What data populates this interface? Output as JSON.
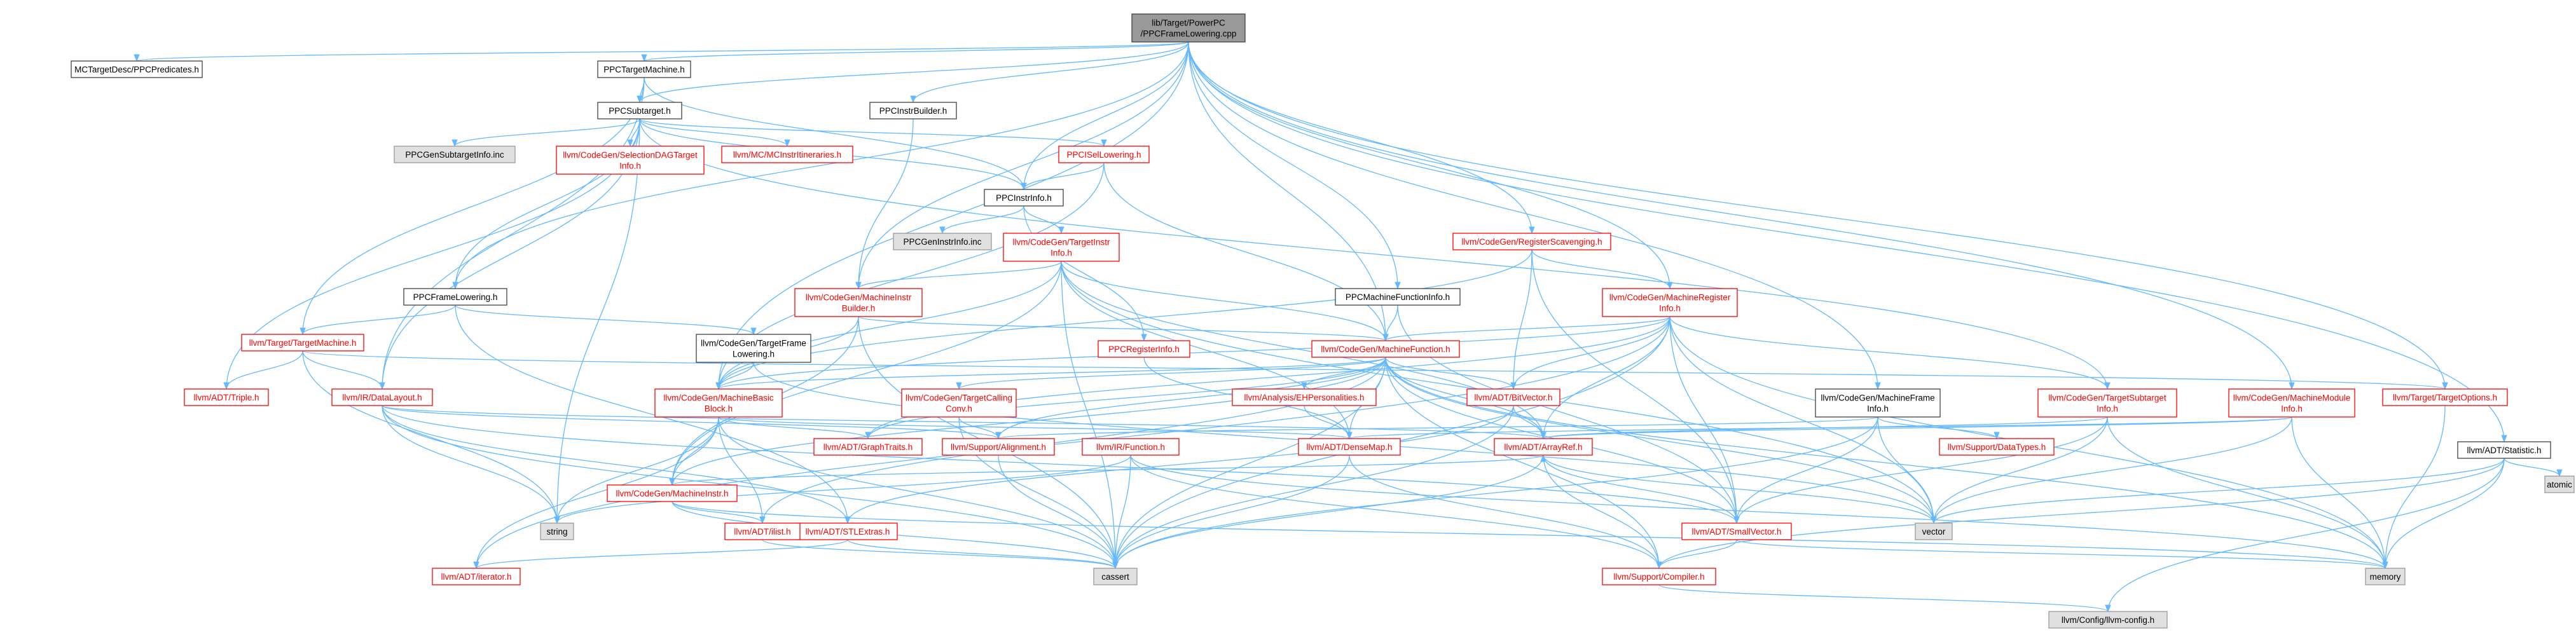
{
  "colors": {
    "edge": "#63b8ff",
    "node_normal_border": "#404040",
    "node_normal_text": "#000000",
    "node_normal_fill": "#ffffff",
    "node_trunc_border": "#ff0000",
    "node_trunc_text": "#ff0000",
    "node_trunc_fill": "#ffffff",
    "node_leaf_border": "#999999",
    "node_leaf_fill": "#e0e0e0",
    "node_root_fill": "#999999",
    "node_root_border": "#404040"
  },
  "nodes": [
    {
      "id": "root",
      "lines": [
        "lib/Target/PowerPC",
        "/PPCFrameLowering.cpp"
      ],
      "style": "root"
    },
    {
      "id": "MCTargetDesc",
      "lines": [
        "MCTargetDesc/PPCPredicates.h"
      ],
      "style": "normal"
    },
    {
      "id": "PPCTargetMachine",
      "lines": [
        "PPCTargetMachine.h"
      ],
      "style": "normal"
    },
    {
      "id": "PPCSubtarget",
      "lines": [
        "PPCSubtarget.h"
      ],
      "style": "normal"
    },
    {
      "id": "PPCInstrBuilder",
      "lines": [
        "PPCInstrBuilder.h"
      ],
      "style": "normal"
    },
    {
      "id": "PPCGenSubtargetInfo",
      "lines": [
        "PPCGenSubtargetInfo.inc"
      ],
      "style": "leaf"
    },
    {
      "id": "SelectionDAGTargetInfo",
      "lines": [
        "llvm/CodeGen/SelectionDAGTarget",
        "Info.h"
      ],
      "style": "trunc"
    },
    {
      "id": "MCInstrItineraries",
      "lines": [
        "llvm/MC/MCInstrItineraries.h"
      ],
      "style": "trunc"
    },
    {
      "id": "PPCISelLowering",
      "lines": [
        "PPCISelLowering.h"
      ],
      "style": "trunc"
    },
    {
      "id": "PPCInstrInfo",
      "lines": [
        "PPCInstrInfo.h"
      ],
      "style": "normal"
    },
    {
      "id": "PPCGenInstrInfo",
      "lines": [
        "PPCGenInstrInfo.inc"
      ],
      "style": "leaf"
    },
    {
      "id": "TargetInstrInfo",
      "lines": [
        "llvm/CodeGen/TargetInstr",
        "Info.h"
      ],
      "style": "trunc"
    },
    {
      "id": "RegisterScavenging",
      "lines": [
        "llvm/CodeGen/RegisterScavenging.h"
      ],
      "style": "trunc"
    },
    {
      "id": "MachineInstrBuilder",
      "lines": [
        "llvm/CodeGen/MachineInstr",
        "Builder.h"
      ],
      "style": "trunc"
    },
    {
      "id": "PPCMachineFunctionInfo",
      "lines": [
        "PPCMachineFunctionInfo.h"
      ],
      "style": "normal"
    },
    {
      "id": "MachineRegisterInfo",
      "lines": [
        "llvm/CodeGen/MachineRegister",
        "Info.h"
      ],
      "style": "trunc"
    },
    {
      "id": "PPCFrameLowering",
      "lines": [
        "PPCFrameLowering.h"
      ],
      "style": "normal"
    },
    {
      "id": "TargetMachine",
      "lines": [
        "llvm/Target/TargetMachine.h"
      ],
      "style": "trunc"
    },
    {
      "id": "TargetFrameLowering",
      "lines": [
        "llvm/CodeGen/TargetFrame",
        "Lowering.h"
      ],
      "style": "normal"
    },
    {
      "id": "PPCRegisterInfo",
      "lines": [
        "PPCRegisterInfo.h"
      ],
      "style": "trunc"
    },
    {
      "id": "MachineFunction",
      "lines": [
        "llvm/CodeGen/MachineFunction.h"
      ],
      "style": "trunc"
    },
    {
      "id": "Triple",
      "lines": [
        "llvm/ADT/Triple.h"
      ],
      "style": "trunc"
    },
    {
      "id": "DataLayout",
      "lines": [
        "llvm/IR/DataLayout.h"
      ],
      "style": "trunc"
    },
    {
      "id": "MachineBasicBlock",
      "lines": [
        "llvm/CodeGen/MachineBasic",
        "Block.h"
      ],
      "style": "trunc"
    },
    {
      "id": "TargetCallingConv",
      "lines": [
        "llvm/CodeGen/TargetCalling",
        "Conv.h"
      ],
      "style": "trunc"
    },
    {
      "id": "EHPersonalities",
      "lines": [
        "llvm/Analysis/EHPersonalities.h"
      ],
      "style": "trunc"
    },
    {
      "id": "BitVector",
      "lines": [
        "llvm/ADT/BitVector.h"
      ],
      "style": "trunc"
    },
    {
      "id": "MachineFrameInfo",
      "lines": [
        "llvm/CodeGen/MachineFrame",
        "Info.h"
      ],
      "style": "normal"
    },
    {
      "id": "TargetSubtargetInfo",
      "lines": [
        "llvm/CodeGen/TargetSubtarget",
        "Info.h"
      ],
      "style": "trunc"
    },
    {
      "id": "MachineModuleInfo",
      "lines": [
        "llvm/CodeGen/MachineModule",
        "Info.h"
      ],
      "style": "trunc"
    },
    {
      "id": "TargetOptions",
      "lines": [
        "llvm/Target/TargetOptions.h"
      ],
      "style": "trunc"
    },
    {
      "id": "Statistic",
      "lines": [
        "llvm/ADT/Statistic.h"
      ],
      "style": "normal"
    },
    {
      "id": "atomic",
      "lines": [
        "atomic"
      ],
      "style": "leaf"
    },
    {
      "id": "GraphTraits",
      "lines": [
        "llvm/ADT/GraphTraits.h"
      ],
      "style": "trunc"
    },
    {
      "id": "Alignment",
      "lines": [
        "llvm/Support/Alignment.h"
      ],
      "style": "trunc"
    },
    {
      "id": "Function",
      "lines": [
        "llvm/IR/Function.h"
      ],
      "style": "trunc"
    },
    {
      "id": "DenseMap",
      "lines": [
        "llvm/ADT/DenseMap.h"
      ],
      "style": "trunc"
    },
    {
      "id": "ArrayRef",
      "lines": [
        "llvm/ADT/ArrayRef.h"
      ],
      "style": "trunc"
    },
    {
      "id": "DataTypes",
      "lines": [
        "llvm/Support/DataTypes.h"
      ],
      "style": "trunc"
    },
    {
      "id": "MachineInstr",
      "lines": [
        "llvm/CodeGen/MachineInstr.h"
      ],
      "style": "trunc"
    },
    {
      "id": "string",
      "lines": [
        "string"
      ],
      "style": "leaf"
    },
    {
      "id": "STLExtras",
      "lines": [
        "llvm/ADT/STLExtras.h"
      ],
      "style": "trunc"
    },
    {
      "id": "ilist",
      "lines": [
        "llvm/ADT/ilist.h"
      ],
      "style": "trunc"
    },
    {
      "id": "SmallVector",
      "lines": [
        "llvm/ADT/SmallVector.h"
      ],
      "style": "trunc"
    },
    {
      "id": "vector",
      "lines": [
        "vector"
      ],
      "style": "leaf"
    },
    {
      "id": "iterator",
      "lines": [
        "llvm/ADT/iterator.h"
      ],
      "style": "trunc"
    },
    {
      "id": "cassert",
      "lines": [
        "cassert"
      ],
      "style": "leaf"
    },
    {
      "id": "Compiler",
      "lines": [
        "llvm/Support/Compiler.h"
      ],
      "style": "trunc"
    },
    {
      "id": "memory",
      "lines": [
        "memory"
      ],
      "style": "leaf"
    },
    {
      "id": "llvmconfig",
      "lines": [
        "llvm/Config/llvm-config.h"
      ],
      "style": "leaf"
    }
  ],
  "edges": [
    [
      "root",
      "MCTargetDesc"
    ],
    [
      "root",
      "PPCTargetMachine"
    ],
    [
      "root",
      "PPCSubtarget"
    ],
    [
      "root",
      "PPCInstrBuilder"
    ],
    [
      "root",
      "PPCInstrInfo"
    ],
    [
      "root",
      "PPCFrameLowering"
    ],
    [
      "root",
      "PPCMachineFunctionInfo"
    ],
    [
      "root",
      "RegisterScavenging"
    ],
    [
      "root",
      "MachineInstrBuilder"
    ],
    [
      "root",
      "MachineRegisterInfo"
    ],
    [
      "root",
      "MachineFunction"
    ],
    [
      "root",
      "MachineBasicBlock"
    ],
    [
      "root",
      "MachineFrameInfo"
    ],
    [
      "root",
      "MachineModuleInfo"
    ],
    [
      "root",
      "TargetOptions"
    ],
    [
      "root",
      "Statistic"
    ],
    [
      "PPCTargetMachine",
      "PPCSubtarget"
    ],
    [
      "PPCTargetMachine",
      "PPCInstrInfo"
    ],
    [
      "PPCTargetMachine",
      "TargetMachine"
    ],
    [
      "PPCTargetMachine",
      "DataLayout"
    ],
    [
      "PPCSubtarget",
      "PPCGenSubtargetInfo"
    ],
    [
      "PPCSubtarget",
      "SelectionDAGTargetInfo"
    ],
    [
      "PPCSubtarget",
      "MCInstrItineraries"
    ],
    [
      "PPCSubtarget",
      "PPCISelLowering"
    ],
    [
      "PPCSubtarget",
      "PPCInstrInfo"
    ],
    [
      "PPCSubtarget",
      "PPCFrameLowering"
    ],
    [
      "PPCSubtarget",
      "TargetSubtargetInfo"
    ],
    [
      "PPCSubtarget",
      "DataLayout"
    ],
    [
      "PPCSubtarget",
      "Triple"
    ],
    [
      "PPCSubtarget",
      "string"
    ],
    [
      "PPCInstrBuilder",
      "MachineInstrBuilder"
    ],
    [
      "PPCISelLowering",
      "PPCInstrInfo"
    ],
    [
      "PPCISelLowering",
      "MachineFunction"
    ],
    [
      "PPCISelLowering",
      "MachineBasicBlock"
    ],
    [
      "PPCInstrInfo",
      "PPCGenInstrInfo"
    ],
    [
      "PPCInstrInfo",
      "TargetInstrInfo"
    ],
    [
      "PPCInstrInfo",
      "PPCRegisterInfo"
    ],
    [
      "TargetInstrInfo",
      "MachineInstrBuilder"
    ],
    [
      "TargetInstrInfo",
      "MachineFunction"
    ],
    [
      "TargetInstrInfo",
      "MachineBasicBlock"
    ],
    [
      "TargetInstrInfo",
      "ArrayRef"
    ],
    [
      "TargetInstrInfo",
      "DenseMap"
    ],
    [
      "TargetInstrInfo",
      "MachineInstr"
    ],
    [
      "TargetInstrInfo",
      "cassert"
    ],
    [
      "TargetInstrInfo",
      "vector"
    ],
    [
      "RegisterScavenging",
      "MachineRegisterInfo"
    ],
    [
      "RegisterScavenging",
      "BitVector"
    ],
    [
      "RegisterScavenging",
      "SmallVector"
    ],
    [
      "RegisterScavenging",
      "MachineBasicBlock"
    ],
    [
      "MachineInstrBuilder",
      "MachineFunction"
    ],
    [
      "MachineInstrBuilder",
      "MachineBasicBlock"
    ],
    [
      "MachineInstrBuilder",
      "MachineInstr"
    ],
    [
      "MachineInstrBuilder",
      "cassert"
    ],
    [
      "PPCMachineFunctionInfo",
      "MachineFunction"
    ],
    [
      "PPCMachineFunctionInfo",
      "SmallVector"
    ],
    [
      "MachineRegisterInfo",
      "MachineFunction"
    ],
    [
      "MachineRegisterInfo",
      "MachineBasicBlock"
    ],
    [
      "MachineRegisterInfo",
      "BitVector"
    ],
    [
      "MachineRegisterInfo",
      "ArrayRef"
    ],
    [
      "MachineRegisterInfo",
      "SmallVector"
    ],
    [
      "MachineRegisterInfo",
      "TargetSubtargetInfo"
    ],
    [
      "MachineRegisterInfo",
      "vector"
    ],
    [
      "MachineRegisterInfo",
      "memory"
    ],
    [
      "MachineRegisterInfo",
      "cassert"
    ],
    [
      "MachineRegisterInfo",
      "iterator"
    ],
    [
      "MachineRegisterInfo",
      "GraphTraits"
    ],
    [
      "PPCFrameLowering",
      "TargetFrameLowering"
    ],
    [
      "PPCFrameLowering",
      "TargetMachine"
    ],
    [
      "PPCFrameLowering",
      "STLExtras"
    ],
    [
      "TargetMachine",
      "DataLayout"
    ],
    [
      "TargetMachine",
      "Triple"
    ],
    [
      "TargetMachine",
      "TargetOptions"
    ],
    [
      "TargetMachine",
      "string"
    ],
    [
      "TargetFrameLowering",
      "MachineBasicBlock"
    ],
    [
      "TargetFrameLowering",
      "vector"
    ],
    [
      "PPCRegisterInfo",
      "DenseMap"
    ],
    [
      "MachineFunction",
      "MachineBasicBlock"
    ],
    [
      "MachineFunction",
      "TargetCallingConv"
    ],
    [
      "MachineFunction",
      "EHPersonalities"
    ],
    [
      "MachineFunction",
      "BitVector"
    ],
    [
      "MachineFunction",
      "DenseMap"
    ],
    [
      "MachineFunction",
      "GraphTraits"
    ],
    [
      "MachineFunction",
      "SmallVector"
    ],
    [
      "MachineFunction",
      "ArrayRef"
    ],
    [
      "MachineFunction",
      "ilist"
    ],
    [
      "MachineFunction",
      "Alignment"
    ],
    [
      "MachineFunction",
      "Compiler"
    ],
    [
      "MachineFunction",
      "cassert"
    ],
    [
      "MachineFunction",
      "memory"
    ],
    [
      "MachineFunction",
      "vector"
    ],
    [
      "MachineFunction",
      "MachineInstr"
    ],
    [
      "DataLayout",
      "ArrayRef"
    ],
    [
      "DataLayout",
      "STLExtras"
    ],
    [
      "DataLayout",
      "SmallVector"
    ],
    [
      "DataLayout",
      "Alignment"
    ],
    [
      "DataLayout",
      "string"
    ],
    [
      "DataLayout",
      "cassert"
    ],
    [
      "MachineBasicBlock",
      "MachineInstr"
    ],
    [
      "MachineBasicBlock",
      "GraphTraits"
    ],
    [
      "MachineBasicBlock",
      "ilist"
    ],
    [
      "MachineBasicBlock",
      "DenseMap"
    ],
    [
      "MachineBasicBlock",
      "cassert"
    ],
    [
      "MachineBasicBlock",
      "string"
    ],
    [
      "MachineBasicBlock",
      "iterator"
    ],
    [
      "TargetCallingConv",
      "Alignment"
    ],
    [
      "TargetCallingConv",
      "cassert"
    ],
    [
      "EHPersonalities",
      "DenseMap"
    ],
    [
      "BitVector",
      "ArrayRef"
    ],
    [
      "BitVector",
      "STLExtras"
    ],
    [
      "BitVector",
      "cassert"
    ],
    [
      "MachineFrameInfo",
      "Alignment"
    ],
    [
      "MachineFrameInfo",
      "DataTypes"
    ],
    [
      "MachineFrameInfo",
      "SmallVector"
    ],
    [
      "MachineFrameInfo",
      "cassert"
    ],
    [
      "MachineFrameInfo",
      "vector"
    ],
    [
      "TargetSubtargetInfo",
      "ArrayRef"
    ],
    [
      "TargetSubtargetInfo",
      "SmallVector"
    ],
    [
      "TargetSubtargetInfo",
      "memory"
    ],
    [
      "TargetSubtargetInfo",
      "vector"
    ],
    [
      "MachineModuleInfo",
      "ArrayRef"
    ],
    [
      "MachineModuleInfo",
      "DenseMap"
    ],
    [
      "MachineModuleInfo",
      "memory"
    ],
    [
      "MachineModuleInfo",
      "vector"
    ],
    [
      "TargetOptions",
      "memory"
    ],
    [
      "Statistic",
      "atomic"
    ],
    [
      "Statistic",
      "memory"
    ],
    [
      "Statistic",
      "vector"
    ],
    [
      "Statistic",
      "Compiler"
    ],
    [
      "Statistic",
      "llvmconfig"
    ],
    [
      "Alignment",
      "cassert"
    ],
    [
      "Function",
      "cassert"
    ],
    [
      "Function",
      "string"
    ],
    [
      "Function",
      "memory"
    ],
    [
      "Function",
      "Compiler"
    ],
    [
      "DenseMap",
      "cassert"
    ],
    [
      "DenseMap",
      "Compiler"
    ],
    [
      "ArrayRef",
      "SmallVector"
    ],
    [
      "ArrayRef",
      "Compiler"
    ],
    [
      "ArrayRef",
      "cassert"
    ],
    [
      "ArrayRef",
      "vector"
    ],
    [
      "MachineInstr",
      "ilist"
    ],
    [
      "MachineInstr",
      "ArrayRef"
    ],
    [
      "MachineInstr",
      "cassert"
    ],
    [
      "MachineInstr",
      "memory"
    ],
    [
      "STLExtras",
      "iterator"
    ],
    [
      "STLExtras",
      "cassert"
    ],
    [
      "ilist",
      "cassert"
    ],
    [
      "SmallVector",
      "Compiler"
    ],
    [
      "SmallVector",
      "memory"
    ],
    [
      "Compiler",
      "llvmconfig"
    ]
  ]
}
